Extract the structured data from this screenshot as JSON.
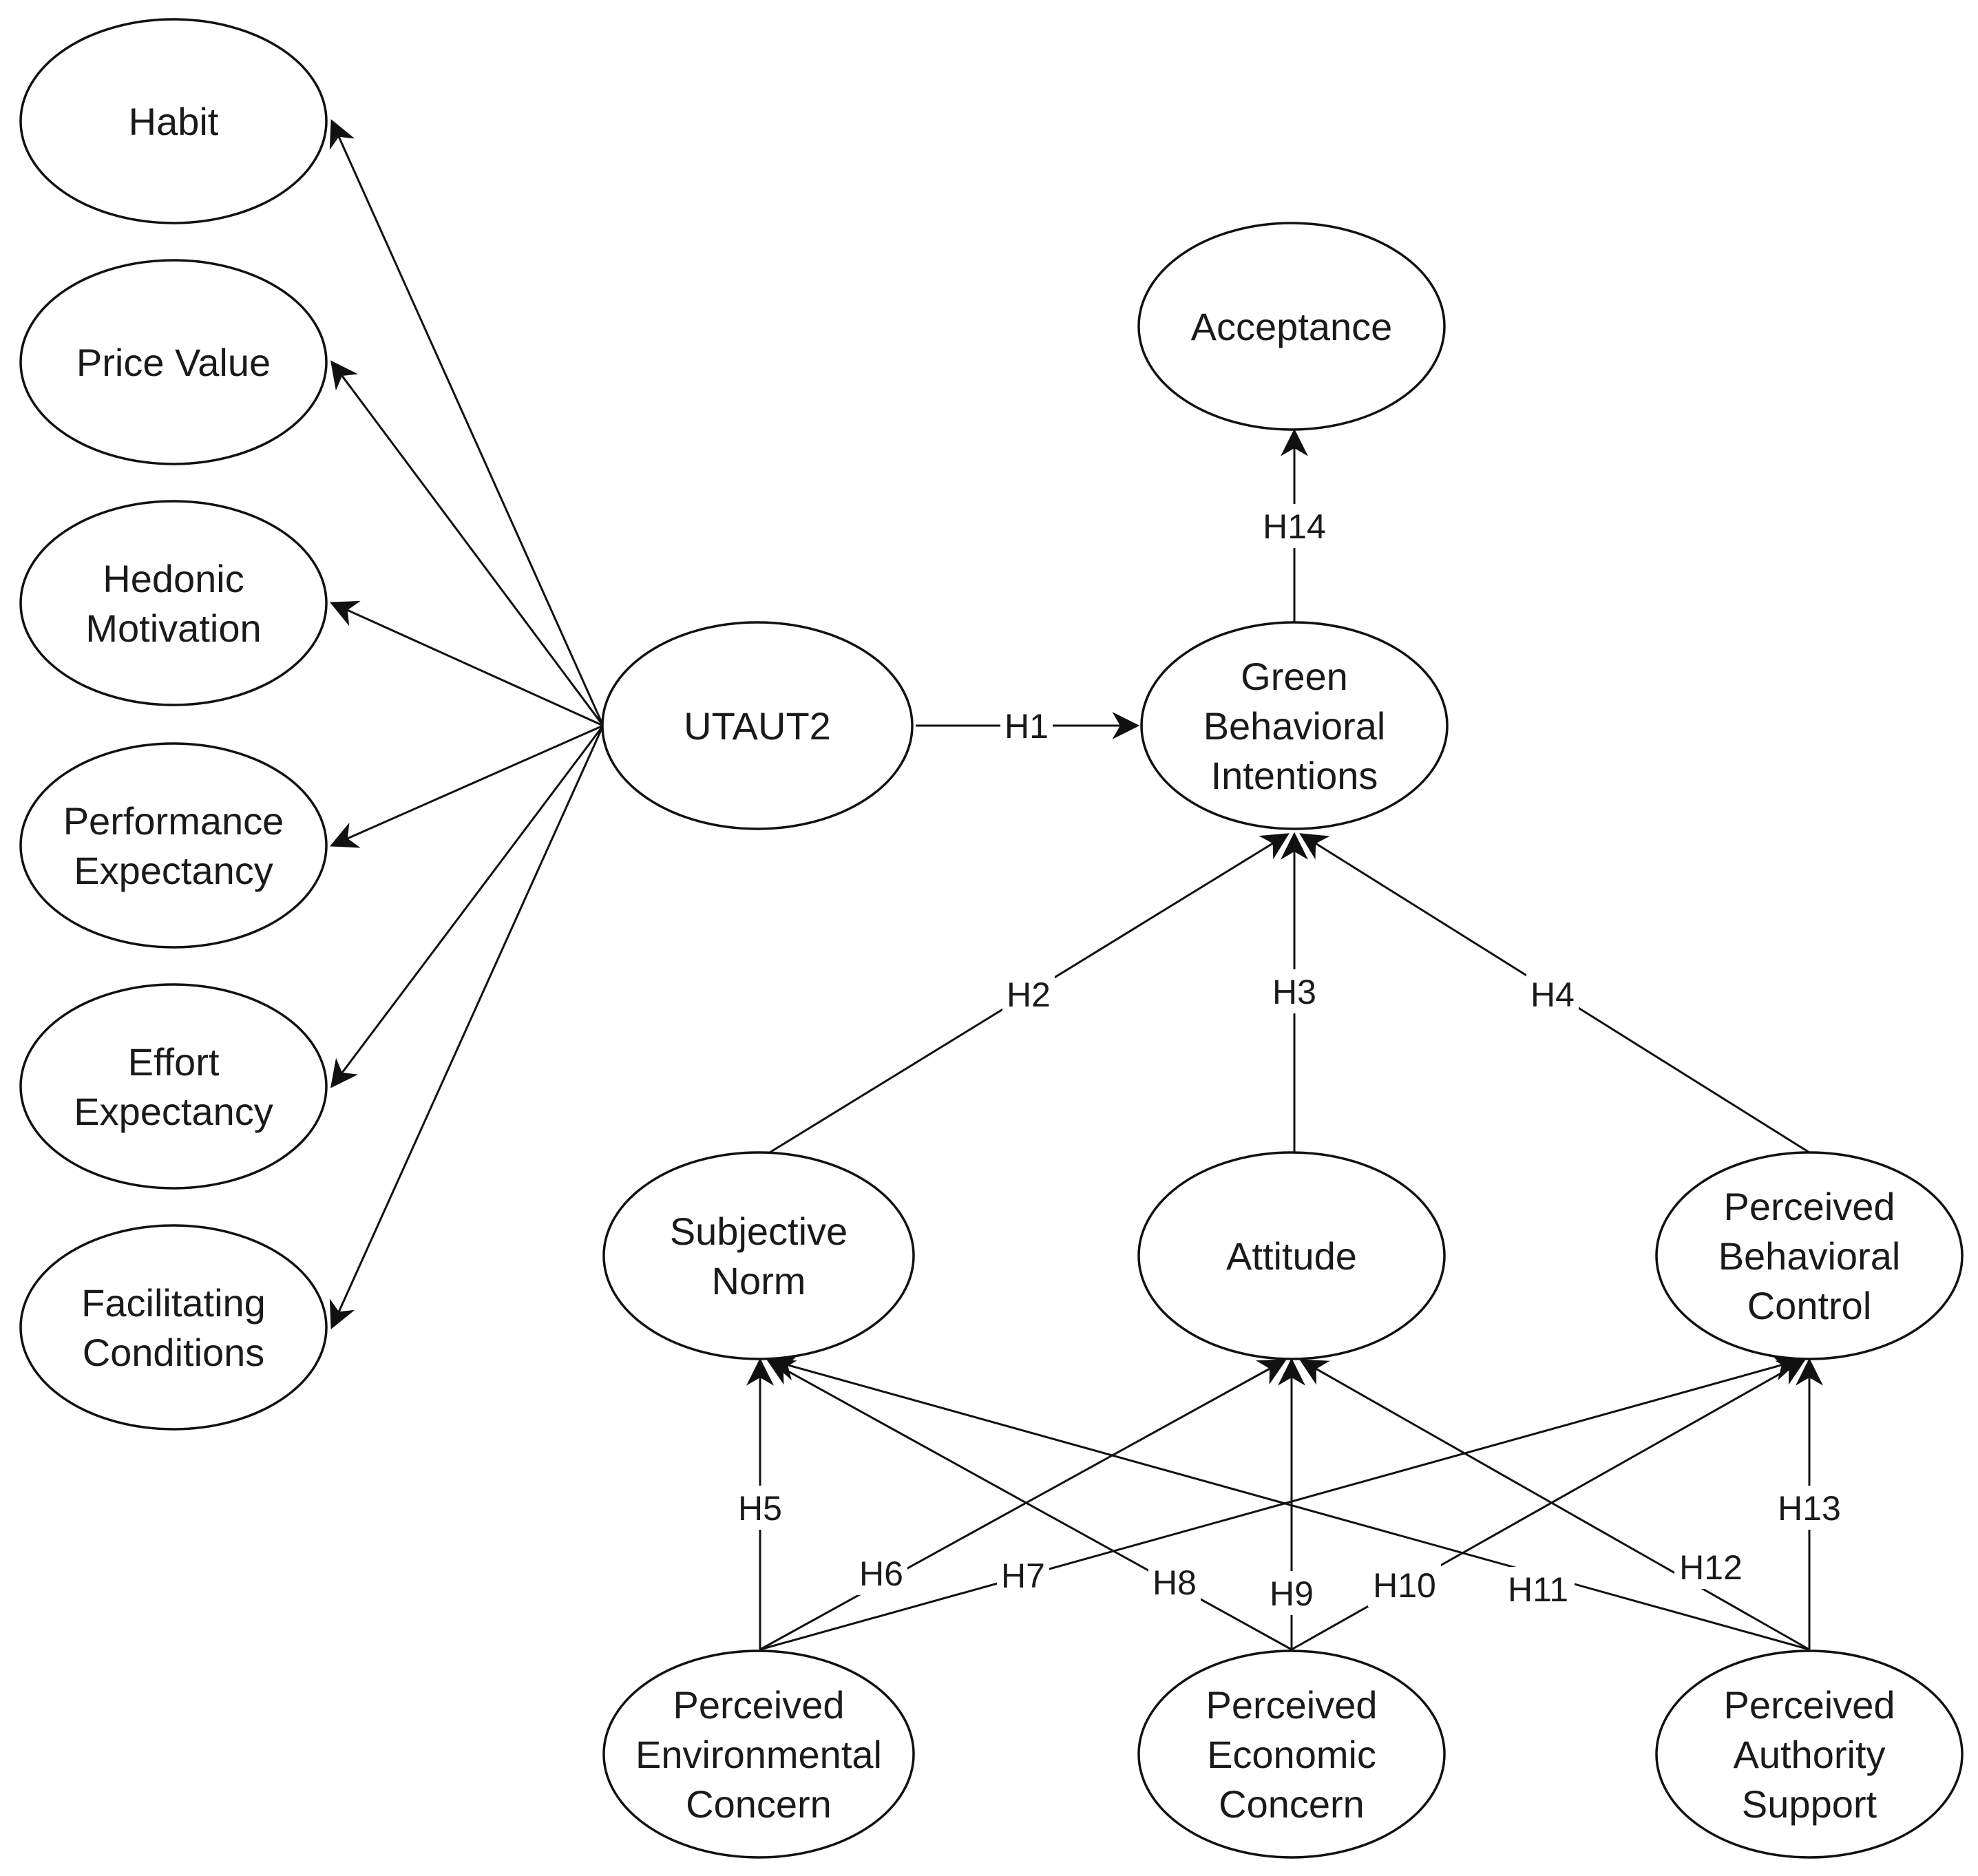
{
  "diagram": {
    "nodes": [
      {
        "id": "habit",
        "lines": [
          "Habit"
        ]
      },
      {
        "id": "price_value",
        "lines": [
          "Price Value"
        ]
      },
      {
        "id": "hedonic_motivation",
        "lines": [
          "Hedonic",
          "Motivation"
        ]
      },
      {
        "id": "performance_expectancy",
        "lines": [
          "Performance",
          "Expectancy"
        ]
      },
      {
        "id": "effort_expectancy",
        "lines": [
          "Effort",
          "Expectancy"
        ]
      },
      {
        "id": "facilitating_conditions",
        "lines": [
          "Facilitating",
          "Conditions"
        ]
      },
      {
        "id": "utaut2",
        "lines": [
          "UTAUT2"
        ]
      },
      {
        "id": "acceptance",
        "lines": [
          "Acceptance"
        ]
      },
      {
        "id": "green_behavioral_intentions",
        "lines": [
          "Green",
          "Behavioral",
          "Intentions"
        ]
      },
      {
        "id": "subjective_norm",
        "lines": [
          "Subjective",
          "Norm"
        ]
      },
      {
        "id": "attitude",
        "lines": [
          "Attitude"
        ]
      },
      {
        "id": "perceived_behavioral_control",
        "lines": [
          "Perceived",
          "Behavioral",
          "Control"
        ]
      },
      {
        "id": "perceived_environmental_concern",
        "lines": [
          "Perceived",
          "Environmental",
          "Concern"
        ]
      },
      {
        "id": "perceived_economic_concern",
        "lines": [
          "Perceived",
          "Economic",
          "Concern"
        ]
      },
      {
        "id": "perceived_authority_support",
        "lines": [
          "Perceived",
          "Authority",
          "Support"
        ]
      }
    ],
    "edges": [
      {
        "from": "utaut2",
        "to": "habit",
        "label": ""
      },
      {
        "from": "utaut2",
        "to": "price_value",
        "label": ""
      },
      {
        "from": "utaut2",
        "to": "hedonic_motivation",
        "label": ""
      },
      {
        "from": "utaut2",
        "to": "performance_expectancy",
        "label": ""
      },
      {
        "from": "utaut2",
        "to": "effort_expectancy",
        "label": ""
      },
      {
        "from": "utaut2",
        "to": "facilitating_conditions",
        "label": ""
      },
      {
        "from": "utaut2",
        "to": "green_behavioral_intentions",
        "label": "H1"
      },
      {
        "from": "subjective_norm",
        "to": "green_behavioral_intentions",
        "label": "H2"
      },
      {
        "from": "attitude",
        "to": "green_behavioral_intentions",
        "label": "H3"
      },
      {
        "from": "perceived_behavioral_control",
        "to": "green_behavioral_intentions",
        "label": "H4"
      },
      {
        "from": "perceived_environmental_concern",
        "to": "subjective_norm",
        "label": "H5"
      },
      {
        "from": "perceived_environmental_concern",
        "to": "attitude",
        "label": "H6"
      },
      {
        "from": "perceived_environmental_concern",
        "to": "perceived_behavioral_control",
        "label": "H7"
      },
      {
        "from": "perceived_economic_concern",
        "to": "subjective_norm",
        "label": "H8"
      },
      {
        "from": "perceived_economic_concern",
        "to": "attitude",
        "label": "H9"
      },
      {
        "from": "perceived_economic_concern",
        "to": "perceived_behavioral_control",
        "label": "H10"
      },
      {
        "from": "perceived_authority_support",
        "to": "subjective_norm",
        "label": "H11"
      },
      {
        "from": "perceived_authority_support",
        "to": "attitude",
        "label": "H12"
      },
      {
        "from": "perceived_authority_support",
        "to": "perceived_behavioral_control",
        "label": "H13"
      },
      {
        "from": "green_behavioral_intentions",
        "to": "acceptance",
        "label": "H14"
      }
    ]
  }
}
